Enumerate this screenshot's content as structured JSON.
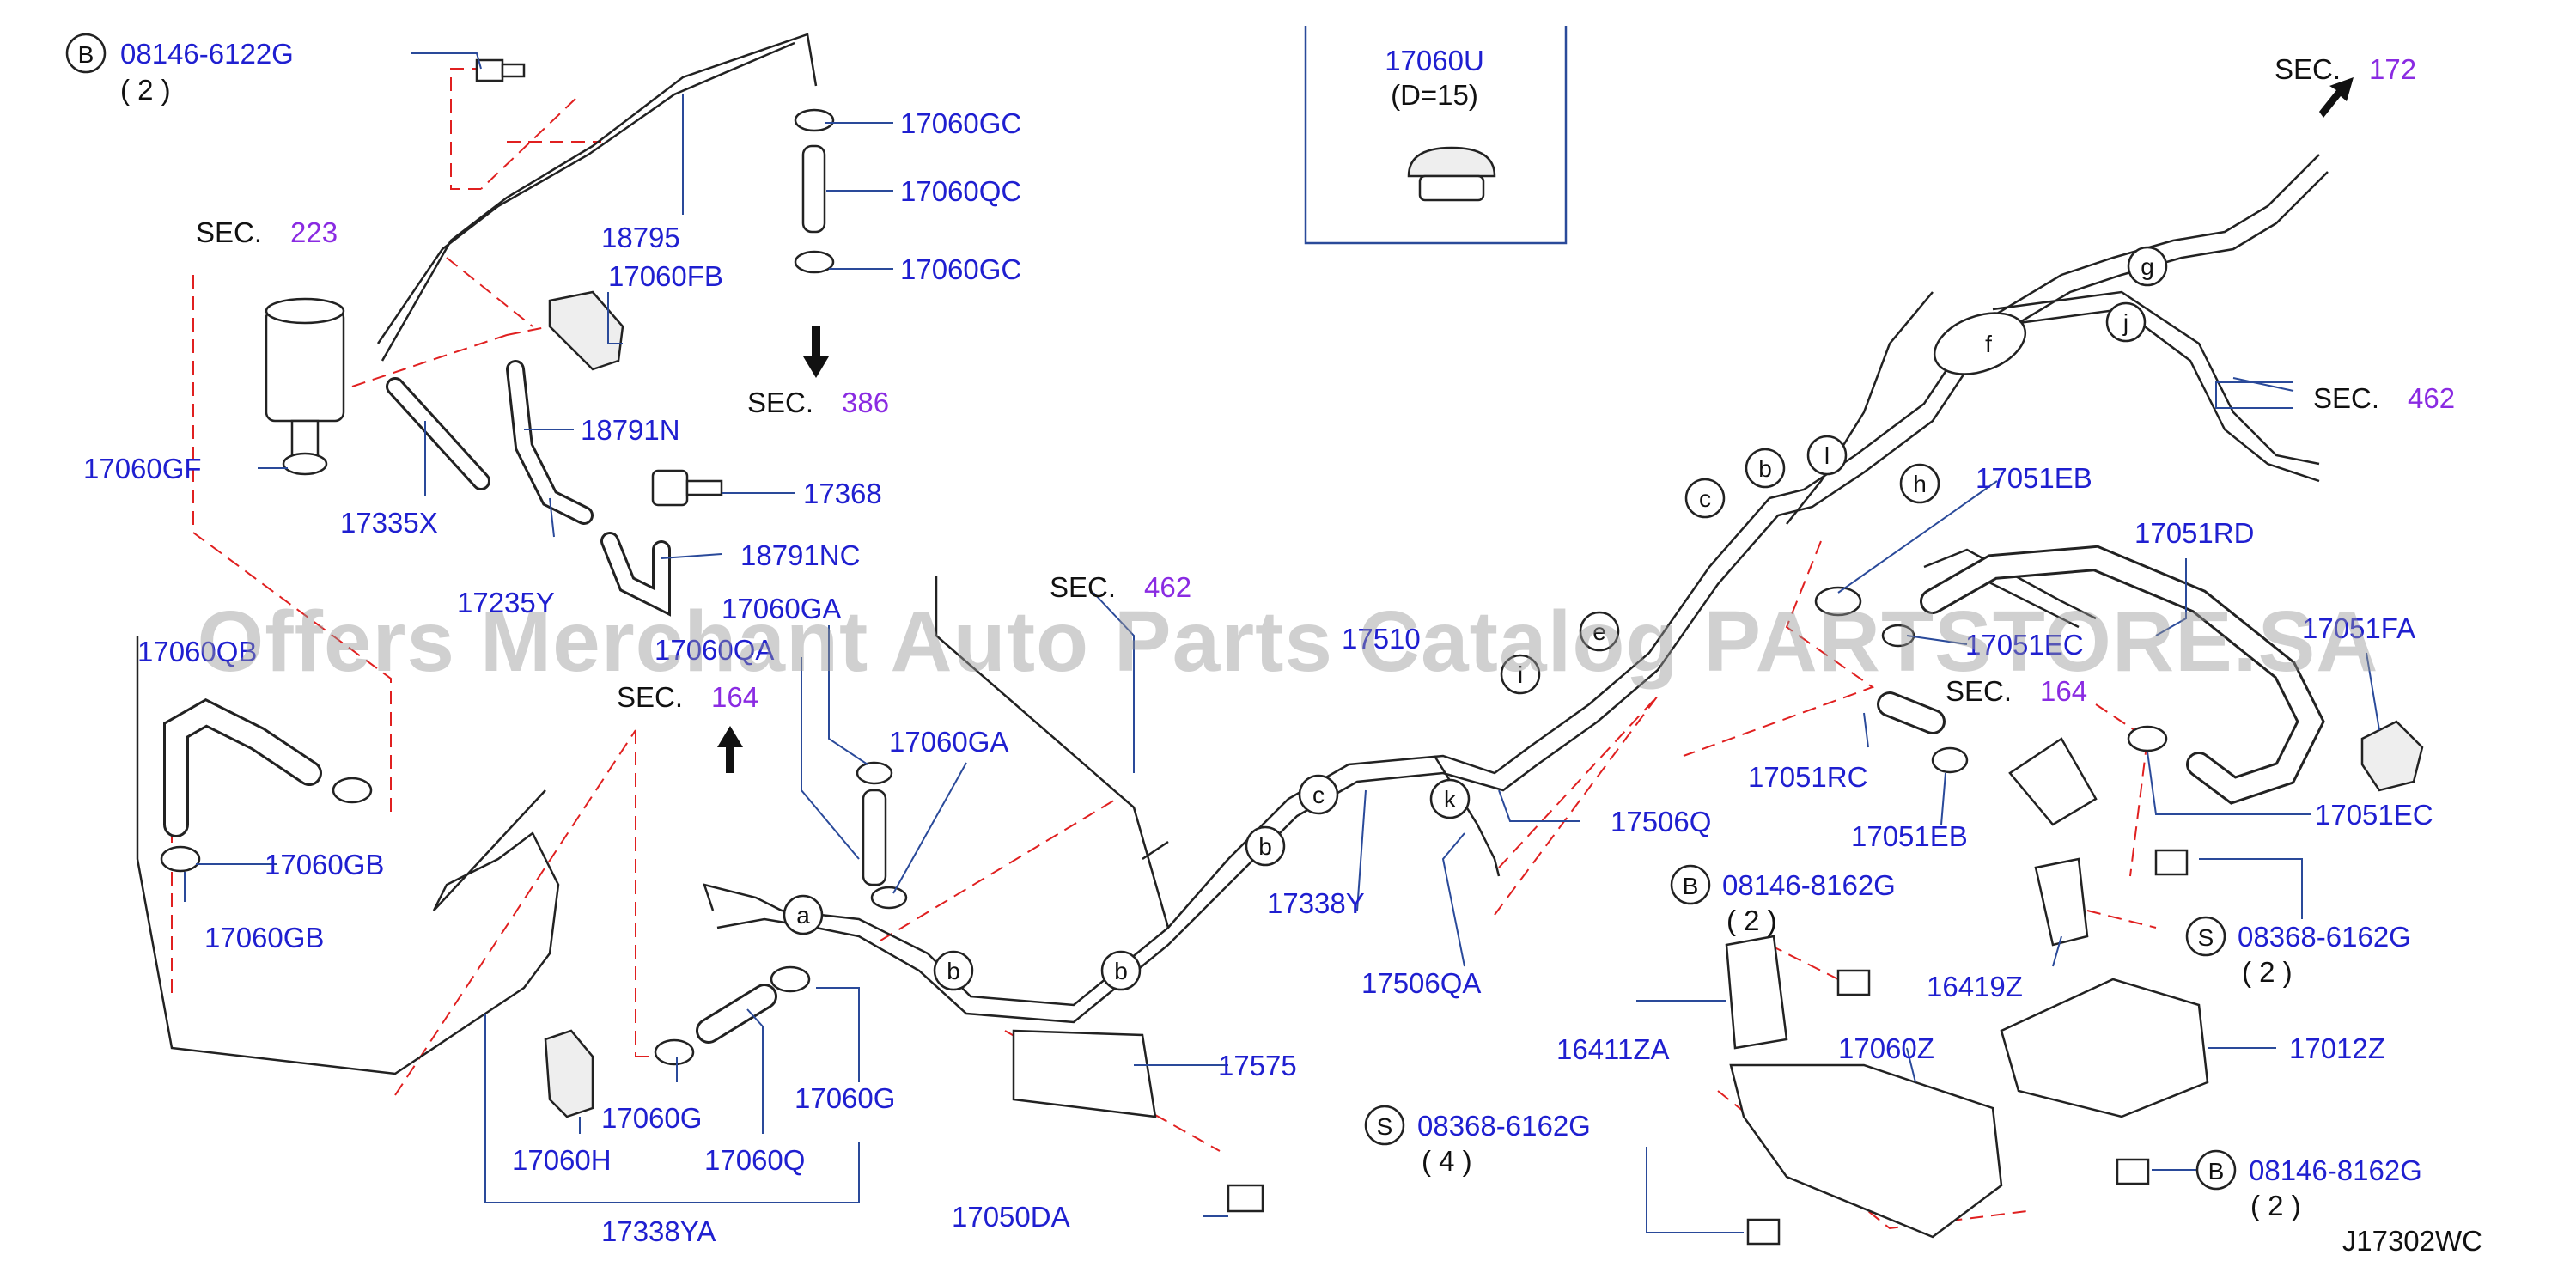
{
  "diagram_code": "J17302WC",
  "watermark": "Offers Merchant Auto Parts Catalog PARTSTORE.SA",
  "inset": {
    "part": "17060U",
    "spec": "(D=15)"
  },
  "sec_refs": {
    "s223": {
      "label": "SEC.",
      "num": "223"
    },
    "s386": {
      "label": "SEC.",
      "num": "386"
    },
    "s462a": {
      "label": "SEC.",
      "num": "462"
    },
    "s164a": {
      "label": "SEC.",
      "num": "164"
    },
    "s172": {
      "label": "SEC.",
      "num": "172"
    },
    "s462b": {
      "label": "SEC.",
      "num": "462"
    },
    "s164b": {
      "label": "SEC.",
      "num": "164"
    }
  },
  "bolts": {
    "b1": {
      "badge": "B",
      "part": "08146-6122G",
      "qty": "( 2 )"
    },
    "b2": {
      "badge": "B",
      "part": "08146-8162G",
      "qty": "( 2 )"
    },
    "s1": {
      "badge": "S",
      "part": "08368-6162G",
      "qty": "( 2 )"
    },
    "s2": {
      "badge": "S",
      "part": "08368-6162G",
      "qty": "( 4 )"
    },
    "b3": {
      "badge": "B",
      "part": "08146-8162G",
      "qty": "( 2 )"
    }
  },
  "parts": {
    "p17060GC_a": "17060GC",
    "p17060QC": "17060QC",
    "p17060GC_b": "17060GC",
    "p18795": "18795",
    "p17060FB": "17060FB",
    "p18791N": "18791N",
    "p17368": "17368",
    "p18791NC": "18791NC",
    "p17060GF": "17060GF",
    "p17335X": "17335X",
    "p17235Y": "17235Y",
    "p17060GA_a": "17060GA",
    "p17060QA": "17060QA",
    "p17060GA_b": "17060GA",
    "p17060QB": "17060QB",
    "p17060GB_a": "17060GB",
    "p17060GB_b": "17060GB",
    "p17510": "17510",
    "p17338Y": "17338Y",
    "p17506Q": "17506Q",
    "p17506QA": "17506QA",
    "p17575": "17575",
    "p17050DA": "17050DA",
    "p17060G_a": "17060G",
    "p17060G_b": "17060G",
    "p17060H": "17060H",
    "p17060Q": "17060Q",
    "p17338YA": "17338YA",
    "p17051EB_a": "17051EB",
    "p17051RD": "17051RD",
    "p17051EC_a": "17051EC",
    "p17051FA": "17051FA",
    "p17051RC": "17051RC",
    "p17051EB_b": "17051EB",
    "p17051EC_b": "17051EC",
    "p16419Z": "16419Z",
    "p16411ZA": "16411ZA",
    "p17060Z": "17060Z",
    "p17012Z": "17012Z"
  },
  "callouts": [
    "a",
    "b",
    "b",
    "b",
    "c",
    "c",
    "b",
    "l",
    "f",
    "g",
    "j",
    "h",
    "e",
    "i",
    "k"
  ]
}
